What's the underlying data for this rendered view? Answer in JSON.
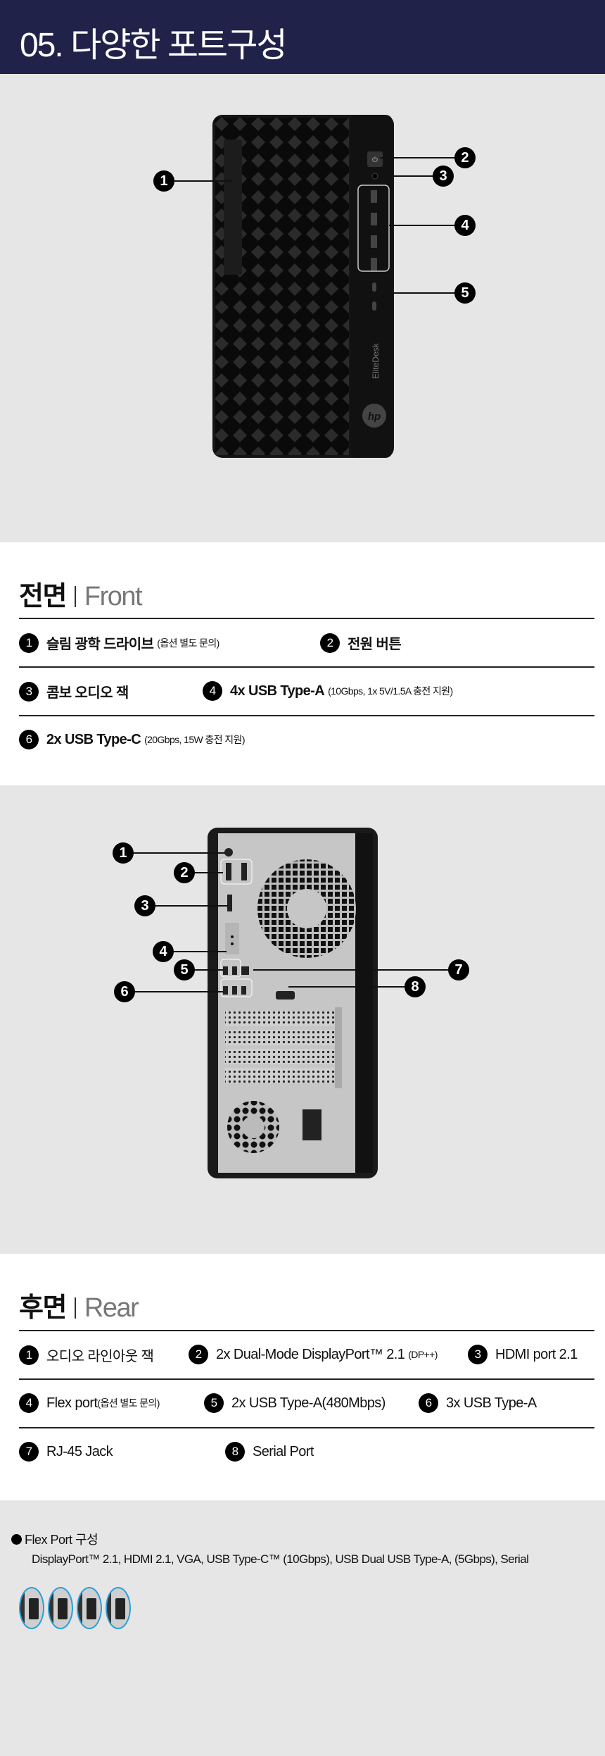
{
  "header": {
    "title": "05. 다양한 포트구성",
    "bg": "#20224a"
  },
  "front": {
    "product_label": "EliteDesk",
    "brand_logo": "hp",
    "title_ko": "전면",
    "title_en": "Front",
    "callouts": [
      "1",
      "2",
      "3",
      "4",
      "5"
    ],
    "items": [
      {
        "num": "1",
        "label": "슬림 광학 드라이브",
        "note": "(옵션 별도 문의)"
      },
      {
        "num": "2",
        "label": "전원 버튼",
        "note": ""
      },
      {
        "num": "3",
        "label": "콤보 오디오 잭",
        "note": ""
      },
      {
        "num": "4",
        "label": "4x USB Type-A",
        "note": "(10Gbps, 1x 5V/1.5A 충전 지원)"
      },
      {
        "num": "6",
        "label": "2x USB Type-C",
        "note": "(20Gbps, 15W 충전 지원)"
      }
    ]
  },
  "rear": {
    "title_ko": "후면",
    "title_en": "Rear",
    "callouts": [
      "1",
      "2",
      "3",
      "4",
      "5",
      "6",
      "7",
      "8"
    ],
    "items": [
      {
        "num": "1",
        "label": "오디오 라인아웃 잭",
        "note": ""
      },
      {
        "num": "2",
        "label": "2x Dual-Mode DisplayPort™ 2.1",
        "note": "(DP++)"
      },
      {
        "num": "3",
        "label": "HDMI port 2.1",
        "note": ""
      },
      {
        "num": "4",
        "label": "Flex port",
        "note": "(옵션 별도 문의)"
      },
      {
        "num": "5",
        "label": "2x USB Type-A(480Mbps)",
        "note": ""
      },
      {
        "num": "6",
        "label": "3x USB Type-A",
        "note": ""
      },
      {
        "num": "7",
        "label": "RJ-45 Jack",
        "note": ""
      },
      {
        "num": "8",
        "label": "Serial Port",
        "note": ""
      }
    ]
  },
  "flex": {
    "title": "Flex Port 구성",
    "description": "DisplayPort™ 2.1, HDMI 2.1, VGA, USB Type-C™ (10Gbps), USB Dual USB Type-A, (5Gbps), Serial",
    "icons": [
      "serial-port-icon",
      "usb-c-port-icon",
      "hdmi-port-icon",
      "displayport-icon"
    ],
    "accent": "#2a9fd8"
  }
}
